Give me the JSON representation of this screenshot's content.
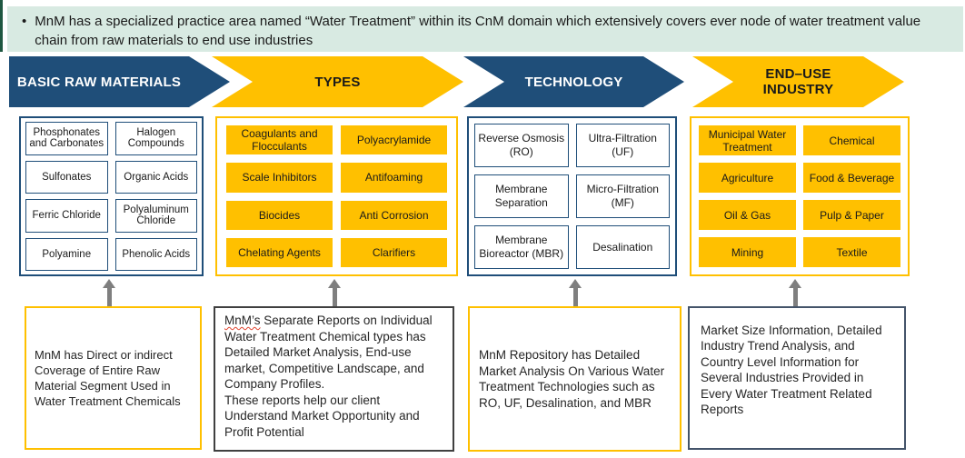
{
  "banner": {
    "bullet": "•",
    "text": "MnM has a specialized practice area  named “Water Treatment” within its CnM domain which extensively covers ever node of water treatment value chain from raw materials to end use industries"
  },
  "colors": {
    "dark_blue": "#1F4E79",
    "gold": "#FFC000",
    "banner_bg": "#D8EAE2",
    "accent_green": "#1E5741",
    "arrow_gray": "#7F7F7F",
    "desc_border_dark": "#404040",
    "desc_border_slate": "#44546A"
  },
  "columns": [
    {
      "header": "BASIC RAW MATERIALS",
      "items": [
        "Phosphonates and Carbonates",
        "Halogen Compounds",
        "Sulfonates",
        "Organic Acids",
        "Ferric Chloride",
        "Polyaluminum Chloride",
        "Polyamine",
        "Phenolic Acids"
      ],
      "description": "MnM has Direct or indirect Coverage of Entire Raw Material Segment Used in Water Treatment Chemicals"
    },
    {
      "header": "TYPES",
      "items": [
        "Coagulants and Flocculants",
        "Polyacrylamide",
        "Scale Inhibitors",
        "Antifoaming",
        "Biocides",
        "Anti Corrosion",
        "Chelating Agents",
        "Clarifiers"
      ],
      "description_word1": "MnM’s",
      "description_rest": " Separate Reports on Individual Water Treatment Chemical types has Detailed Market Analysis, End-use market, Competitive Landscape, and Company Profiles.",
      "description_line2": "These reports help our client Understand Market Opportunity and Profit Potential"
    },
    {
      "header": "TECHNOLOGY",
      "items": [
        "Reverse Osmosis (RO)",
        "Ultra-Filtration (UF)",
        "Membrane Separation",
        "Micro-Filtration (MF)",
        "Membrane Bioreactor (MBR)",
        "Desalination"
      ],
      "description": "MnM Repository has Detailed Market Analysis On Various Water Treatment Technologies such as RO, UF, Desalination, and MBR"
    },
    {
      "header": "END–USE INDUSTRY",
      "items": [
        "Municipal Water Treatment",
        "Chemical",
        "Agriculture",
        "Food & Beverage",
        "Oil & Gas",
        "Pulp & Paper",
        "Mining",
        "Textile"
      ],
      "description": "Market Size Information, Detailed Industry Trend Analysis, and Country Level Information for Several Industries Provided in Every Water Treatment Related Reports"
    }
  ]
}
